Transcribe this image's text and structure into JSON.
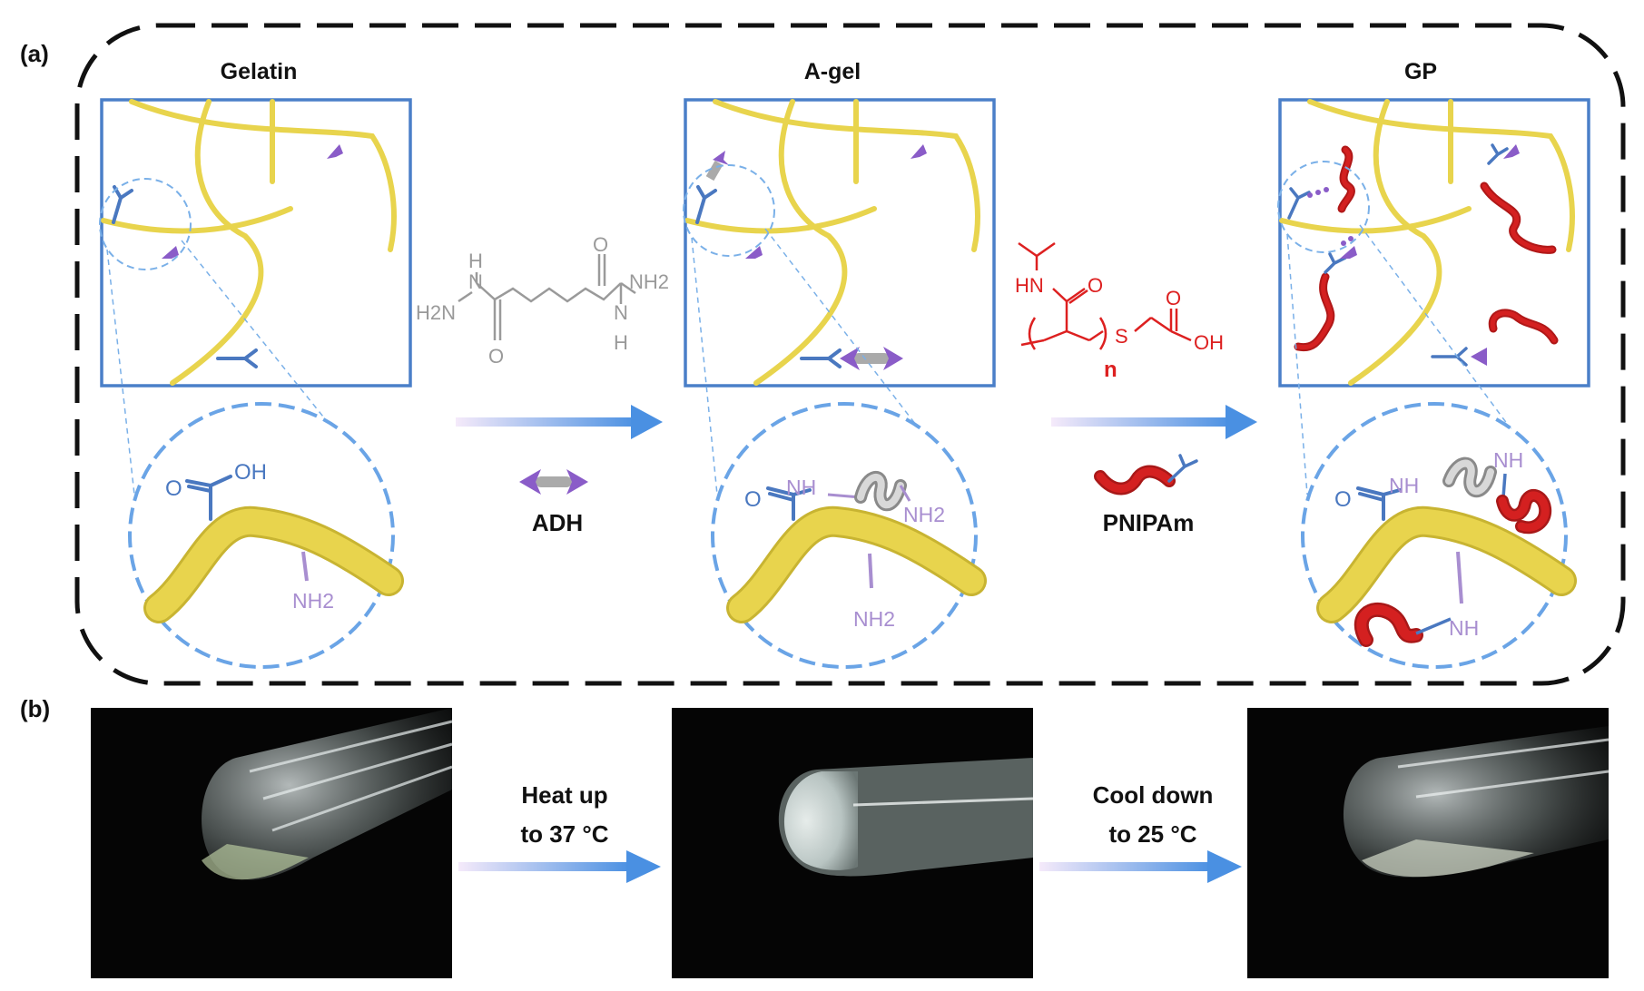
{
  "panel_a": {
    "letter": "(a)",
    "stages": {
      "gelatin": "Gelatin",
      "agel": "A-gel",
      "gp": "GP"
    },
    "adh_structure": {
      "h_top": "H",
      "n_left": "N",
      "h2n": "H2N",
      "o_top": "O",
      "nh2_right": "NH2",
      "n_right": "N",
      "h_bottom": "H",
      "o_bottom": "O"
    },
    "pnipam_structure": {
      "hn": "HN",
      "o_amide": "O",
      "n_sub": "n",
      "s": "S",
      "o_acid": "O",
      "oh": "OH"
    },
    "reagents": {
      "adh": "ADH",
      "pnipam": "PNIPAm"
    },
    "zoom_labels": {
      "gelatin_oh": "OH",
      "gelatin_nh2": "NH2",
      "agel_nh": "NH",
      "agel_nh2_top": "NH2",
      "agel_nh2_bottom": "NH2",
      "gp_nh_left": "NH",
      "gp_nh_right": "NH",
      "gp_nh_bottom": "NH"
    }
  },
  "panel_b": {
    "letter": "(b)",
    "step1": {
      "line1": "Heat up",
      "line2": "to 37 °C"
    },
    "step2": {
      "line1": "Cool down",
      "line2": "to 25 °C"
    }
  },
  "colors": {
    "box_border": "#4a7fc8",
    "fiber": "#e8d44d",
    "fiber_edge": "#c8b432",
    "carboxyl": "#4a78c0",
    "amine": "#a88ed0",
    "adh_molecule": "#9a9a9a",
    "adh_icon_tips": "#8a5cc8",
    "pnipam": "#d42020",
    "dashed_frame": "#111111",
    "arrow": "#4a90e2",
    "photo_bg": "#050505"
  }
}
